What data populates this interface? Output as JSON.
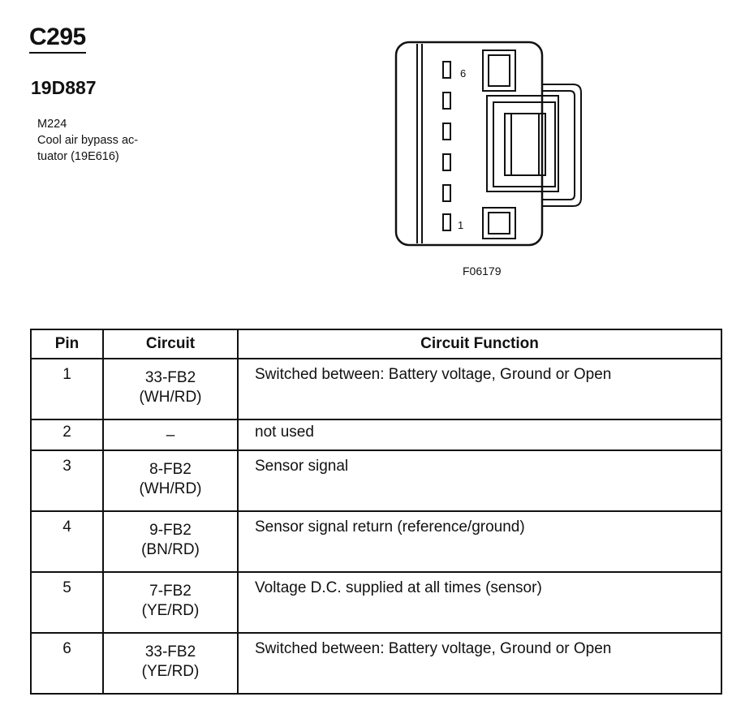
{
  "header": {
    "connector_id": "C295",
    "part_number": "19D887",
    "description_lines": [
      "M224",
      "Cool air bypass ac-",
      "tuator (19E616)"
    ]
  },
  "figure": {
    "pin_label_top": "6",
    "pin_label_bottom": "1",
    "label": "F06179"
  },
  "table": {
    "headers": {
      "pin": "Pin",
      "circuit": "Circuit",
      "function": "Circuit Function"
    },
    "rows": [
      {
        "pin": "1",
        "circuit": "33-FB2",
        "wire": "(WH/RD)",
        "function": "Switched between: Battery voltage, Ground or Open"
      },
      {
        "pin": "2",
        "circuit": "–",
        "wire": "",
        "function": "not used"
      },
      {
        "pin": "3",
        "circuit": "8-FB2",
        "wire": "(WH/RD)",
        "function": "Sensor signal"
      },
      {
        "pin": "4",
        "circuit": "9-FB2",
        "wire": "(BN/RD)",
        "function": "Sensor signal return (reference/ground)"
      },
      {
        "pin": "5",
        "circuit": "7-FB2",
        "wire": "(YE/RD)",
        "function": "Voltage D.C. supplied at all times (sensor)"
      },
      {
        "pin": "6",
        "circuit": "33-FB2",
        "wire": "(YE/RD)",
        "function": "Switched between: Battery voltage, Ground or Open"
      }
    ]
  }
}
